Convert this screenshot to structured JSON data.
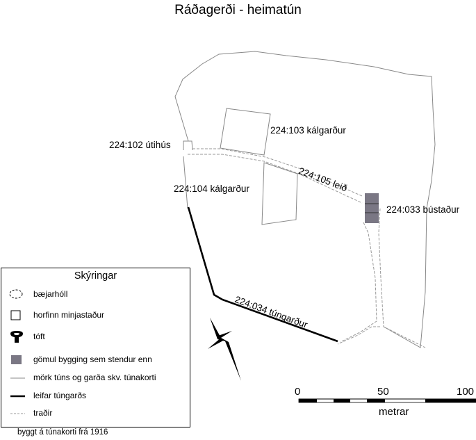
{
  "map": {
    "title": "Ráðagerði - heimatún",
    "features": {
      "utihus": "224:102 útihús",
      "kalgardur_103": "224:103 kálgarður",
      "leid": "224:105 leið",
      "kalgardur_104": "224:104 kálgarður",
      "bustadur": "224:033 bústaður",
      "tungardur": "224:034 túngarður"
    }
  },
  "legend": {
    "title": "Skýringar",
    "items": [
      {
        "symbol": "dashed-ellipse",
        "label": "bæjarhóll"
      },
      {
        "symbol": "square-outline",
        "label": "horfinn minjastaður"
      },
      {
        "symbol": "tuft-icon",
        "label": "tóft"
      },
      {
        "symbol": "grey-square",
        "label": "gömul bygging sem stendur enn"
      },
      {
        "symbol": "thin-line",
        "label": "mörk túns og garða skv. túnakorti"
      },
      {
        "symbol": "thick-line",
        "label": "leifar túngarðs"
      },
      {
        "symbol": "dashed-line",
        "label": "traðir"
      }
    ]
  },
  "scale": {
    "ticks": [
      "0",
      "50",
      "100"
    ],
    "unit": "metrar"
  },
  "source_note": "byggt á túnakorti frá 1916",
  "colors": {
    "boundary": "#888888",
    "wall": "#000000",
    "building": "#7a7784",
    "path": "#999999"
  }
}
